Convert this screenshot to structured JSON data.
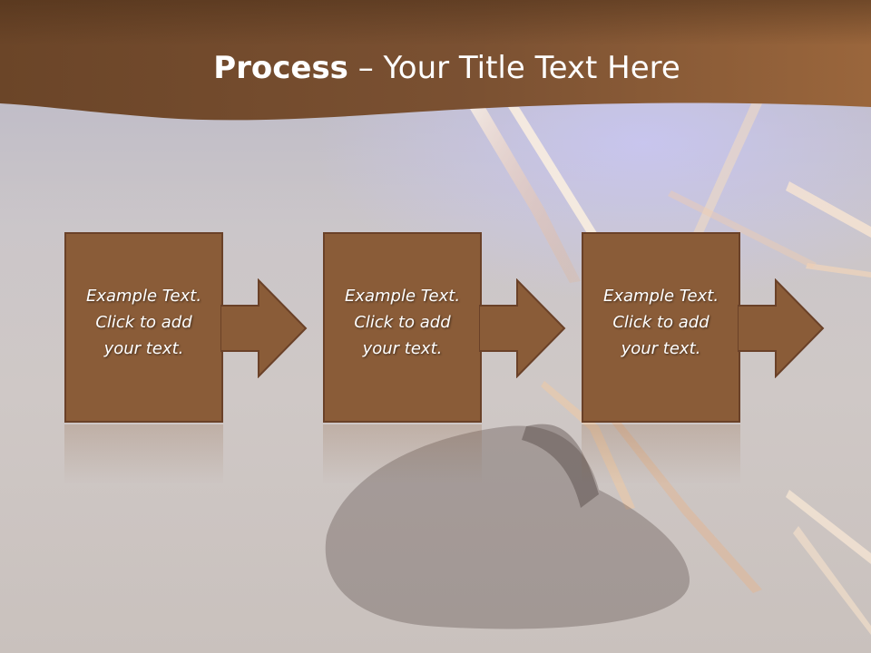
{
  "slide": {
    "title_bold": "Process",
    "title_rest": " – Your Title Text Here"
  },
  "steps": [
    {
      "line1": "Example Text.",
      "line2": "Click  to add",
      "line3": "your text."
    },
    {
      "line1": "Example Text.",
      "line2": "Click  to add",
      "line3": "your text."
    },
    {
      "line1": "Example Text.",
      "line2": "Click  to add",
      "line3": "your text."
    }
  ],
  "colors": {
    "header_brown": "#6e4a2c",
    "box_brown": "#8a5c38",
    "box_border": "#6a4128",
    "title_text": "#ffffff"
  },
  "icons": {
    "arrow": "right-arrow-icon"
  }
}
